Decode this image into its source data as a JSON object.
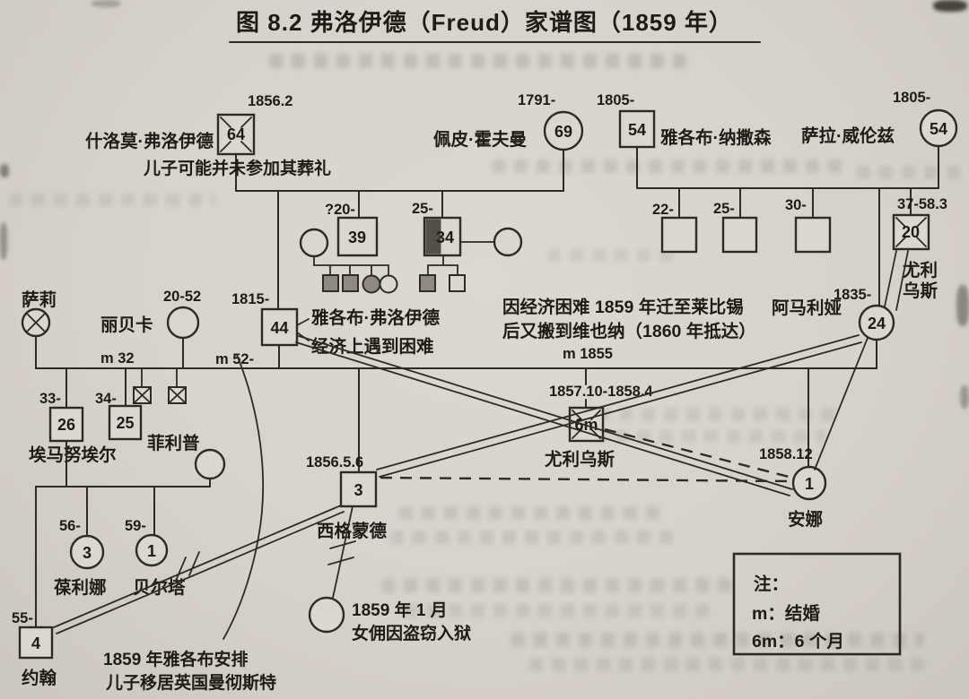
{
  "figure": {
    "title": "图 8.2  弗洛伊德（Freud）家谱图（1859 年）"
  },
  "legend": {
    "heading": "注：",
    "m": "m：结婚",
    "six_m": "6m：6 个月"
  },
  "marriages": {
    "m32": "m 32",
    "m52": "m 52-",
    "m1855": "m 1855"
  },
  "annotations": {
    "funeral": "儿子可能并未参加其葬礼",
    "hardship": "经济上遇到困难",
    "leipzig1": "因经济困难 1859 年迁至莱比锡",
    "leipzig2": "后又搬到维也纳（1860 年抵达）",
    "manchester1": "1859 年雅各布安排",
    "manchester2": "儿子移居英国曼彻斯特",
    "maid1": "1859 年 1 月",
    "maid2": "女佣因盗窃入狱"
  },
  "people": {
    "shlomo": {
      "name": "什洛莫·弗洛伊德",
      "dates": "1856.2",
      "age": "64"
    },
    "pepi": {
      "name": "佩皮·霍夫曼",
      "dates": "1791-",
      "age": "69"
    },
    "nathansohn": {
      "name": "雅各布·纳撒森",
      "dates": "1805-",
      "age": "54"
    },
    "sara": {
      "name": "萨拉·威伦兹",
      "dates": "1805-",
      "age": "54"
    },
    "paternal_uncle_1": {
      "dates": "?20-",
      "age": "39"
    },
    "paternal_uncle_2": {
      "dates": "25-",
      "age": "34"
    },
    "maternal_uncle_1": {
      "dates": "22-"
    },
    "maternal_uncle_2": {
      "dates": "25-"
    },
    "maternal_uncle_3": {
      "dates": "30-"
    },
    "julius_uncle": {
      "name_line1": "尤利",
      "name_line2": "乌斯",
      "dates": "37-58.3",
      "age": "20"
    },
    "jacob": {
      "name": "雅各布·弗洛伊德",
      "dates": "1815-",
      "age": "44"
    },
    "sally": {
      "name": "萨莉"
    },
    "rebecca": {
      "name": "丽贝卡",
      "dates": "20-52"
    },
    "amalia": {
      "name": "阿马利娅",
      "dates": "1835-",
      "age": "24"
    },
    "emanuel": {
      "name": "埃马努埃尔",
      "dates": "33-",
      "age": "26"
    },
    "philipp": {
      "name": "菲利普",
      "dates": "34-",
      "age": "25"
    },
    "john": {
      "name": "约翰",
      "dates": "55-",
      "age": "4"
    },
    "pauline": {
      "name": "葆利娜",
      "dates": "56-",
      "age": "3"
    },
    "bertha": {
      "name": "贝尔塔",
      "dates": "59-",
      "age": "1"
    },
    "sigmund": {
      "name": "西格蒙德",
      "dates": "1856.5.6",
      "age": "3"
    },
    "julius_baby": {
      "name": "尤利乌斯",
      "dates": "1857.10-1858.4",
      "age": "6m"
    },
    "anna": {
      "name": "安娜",
      "dates": "1858.12",
      "age": "1"
    }
  }
}
